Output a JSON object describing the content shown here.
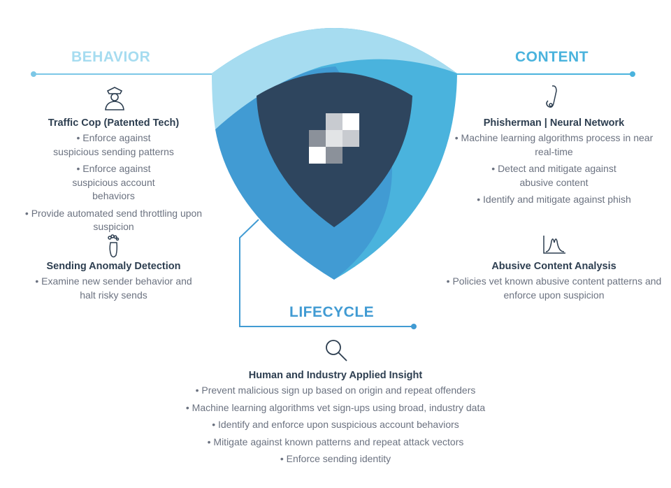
{
  "headings": {
    "behavior": "BEHAVIOR",
    "content": "CONTENT",
    "lifecycle": "LIFECYCLE"
  },
  "colors": {
    "light_blue": "#a6dcf0",
    "mid_blue": "#419bd3",
    "bright_blue": "#4ab3dd",
    "navy": "#2e455e",
    "text": "#6b7280",
    "title": "#2d3e50"
  },
  "behavior": {
    "traffic_cop": {
      "icon": "police-officer-icon",
      "title": "Traffic Cop (Patented Tech)",
      "items": [
        "Enforce against suspicious sending patterns",
        "Enforce against suspicious account behaviors",
        "Provide automated send throttling upon suspicion"
      ]
    },
    "anomaly": {
      "icon": "footprint-icon",
      "title": "Sending Anomaly Detection",
      "items": [
        "Examine new sender behavior and halt risky sends"
      ]
    }
  },
  "content": {
    "phisherman": {
      "icon": "fishing-hook-icon",
      "title": "Phisherman | Neural Network",
      "items": [
        "Machine learning algorithms process in near real-time",
        "Detect and mitigate against abusive content",
        "Identify and mitigate against phish"
      ]
    },
    "abusive": {
      "icon": "distribution-chart-icon",
      "title": "Abusive Content Analysis",
      "items": [
        "Policies vet known abusive content patterns and enforce upon suspicion"
      ]
    }
  },
  "lifecycle": {
    "insight": {
      "icon": "magnifier-icon",
      "title": "Human and Industry Applied Insight",
      "items": [
        "Prevent malicious sign up based on origin and repeat offenders",
        "Machine learning algorithms vet sign-ups using broad, industry data",
        "Identify and enforce upon suspicious account behaviors",
        "Mitigate against known patterns and repeat attack vectors",
        "Enforce sending identity"
      ]
    }
  }
}
